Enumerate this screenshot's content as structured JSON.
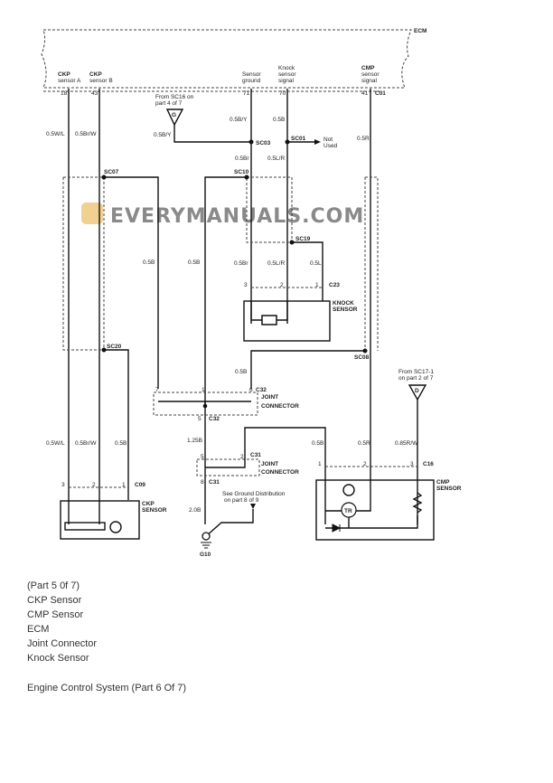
{
  "diagram": {
    "ecm_label": "ECM",
    "ecm_pins": [
      {
        "name": "CKP sensor A",
        "line1": "CKP",
        "line2": "sensor A",
        "pin": "18"
      },
      {
        "name": "CKP sensor B",
        "line1": "CKP",
        "line2": "sensor B",
        "pin": "43"
      },
      {
        "name": "Sensor ground",
        "line1": "Sensor",
        "line2": "ground",
        "pin": "71"
      },
      {
        "name": "Knock sensor signal",
        "line1": "Knock",
        "line2": "sensor",
        "line3": "signal",
        "pin": "70"
      },
      {
        "name": "CMP sensor signal",
        "line1": "CMP",
        "line2": "sensor",
        "line3": "signal",
        "pin": "41"
      }
    ],
    "ecm_connector": "C01",
    "from_sc16": [
      "From SC16 on",
      "part 4 of 7"
    ],
    "g_marker": "G",
    "d_marker": "D",
    "from_sc17": [
      "From SC17-1",
      "on part 2 of 7"
    ],
    "not_used": [
      "Not",
      "Used"
    ],
    "splices": [
      "SC03",
      "SC01",
      "SC07",
      "SC10",
      "SC19",
      "SC20",
      "SC08"
    ],
    "wires": {
      "w_ckp_a": "0.5W/L",
      "w_ckp_b": "0.5Br/W",
      "w_gy1": "0.5B/Y",
      "w_gy2": "0.5B/Y",
      "w_knock_top": "0.5B",
      "w_cmp": "0.5R",
      "w_br1": "0.5Br",
      "w_lr1": "0.5L/R",
      "w_sc07": "0.5B",
      "w_sc10": "0.5B",
      "w_br2": "0.5Br",
      "w_lr2": "0.5L/R",
      "w_l": "0.5L",
      "w_sc08": "0.5B",
      "w_125": "1.25B",
      "w_ckp_a2": "0.5W/L",
      "w_ckp_b2": "0.5Br/W",
      "w_ckp_s": "0.5B",
      "w_cmp1": "0.5B",
      "w_cmp2": "0.5R",
      "w_cmp3": "0.85R/W",
      "w_20": "2.0B"
    },
    "connectors": {
      "c23": "C23",
      "c32a": "C32",
      "c32b": "C32",
      "c31a": "C31",
      "c31b": "C31",
      "c09": "C09",
      "c16": "C16"
    },
    "pin_numbers": {
      "c23": [
        "3",
        "2",
        "1"
      ],
      "c32": [
        "7",
        "1",
        "6",
        "5"
      ],
      "c31": [
        "5",
        "2",
        "8"
      ],
      "c09": [
        "3",
        "2",
        "1"
      ],
      "c16": [
        "1",
        "2",
        "3"
      ]
    },
    "knock_sensor": [
      "KNOCK",
      "SENSOR"
    ],
    "joint_connector": [
      "JOINT",
      "CONNECTOR"
    ],
    "ckp_sensor": [
      "CKP",
      "SENSOR"
    ],
    "cmp_sensor": [
      "CMP",
      "SENSOR"
    ],
    "tr_label": "TR",
    "ground_dist": [
      "See Ground Distribution",
      "on part 8 of 9"
    ],
    "ground": "G10",
    "watermark": "EVERYMANUALS.COM"
  },
  "captions": {
    "part": "(Part 5 0f 7)",
    "items": [
      "CKP Sensor",
      "CMP Sensor",
      "ECM",
      "Joint Connector",
      "Knock Sensor"
    ],
    "next": "Engine Control System (Part 6 Of 7)"
  }
}
